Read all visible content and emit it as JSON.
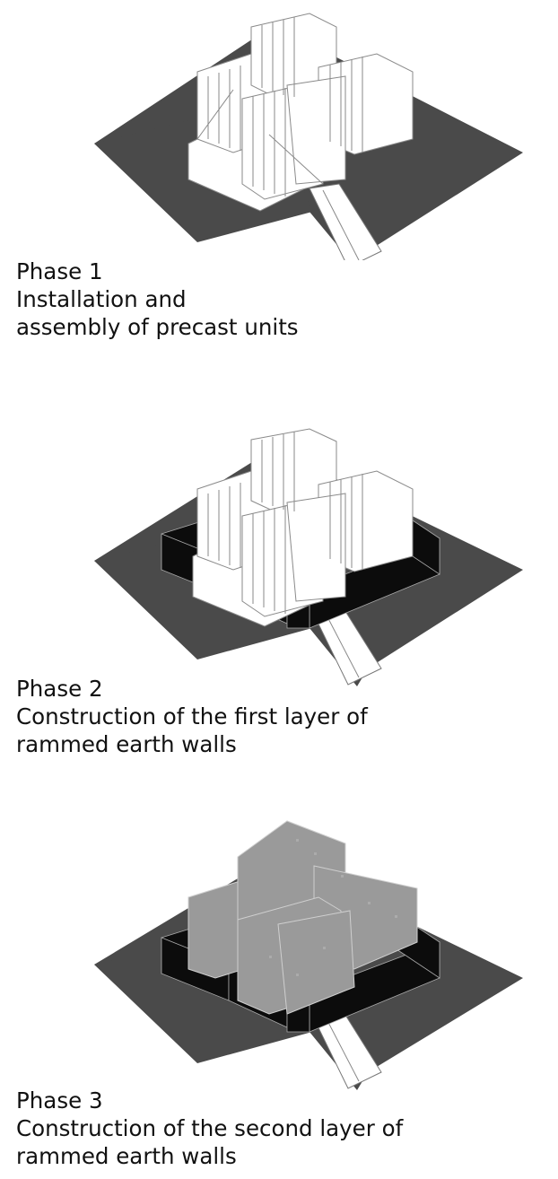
{
  "phases": [
    {
      "lines": [
        "Phase 1",
        "Installation and",
        "assembly of precast units"
      ]
    },
    {
      "lines": [
        "Phase 2",
        "Construction of the first layer of",
        "rammed earth walls"
      ]
    },
    {
      "lines": [
        "Phase 3",
        "Construction of the second layer of",
        "rammed earth walls"
      ]
    }
  ],
  "colors": {
    "ground": "#4a4a4a",
    "earth_wall": "#0c0c0c",
    "module_fill": "#ffffff",
    "module_line": "#8a8a8a",
    "second_layer": "#9a9a9a"
  }
}
